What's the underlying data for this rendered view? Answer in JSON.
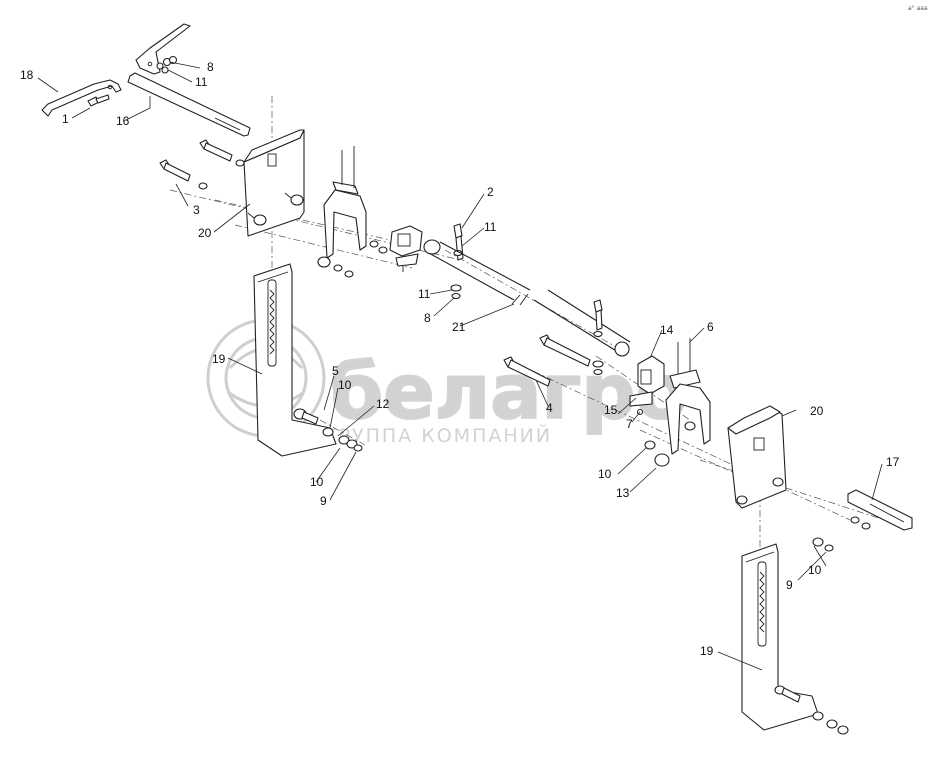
{
  "watermark": {
    "brand": "белагро",
    "subtitle": "ГРУППА КОМПАНИЙ"
  },
  "corner_mark": "a° aaa",
  "callouts": [
    {
      "id": "c18",
      "text": "18"
    },
    {
      "id": "c1",
      "text": "1"
    },
    {
      "id": "c16",
      "text": "16"
    },
    {
      "id": "c8a",
      "text": "8"
    },
    {
      "id": "c11a",
      "text": "11"
    },
    {
      "id": "c3",
      "text": "3"
    },
    {
      "id": "c20a",
      "text": "20"
    },
    {
      "id": "c2",
      "text": "2"
    },
    {
      "id": "c11b",
      "text": "11"
    },
    {
      "id": "c11c",
      "text": "11"
    },
    {
      "id": "c8b",
      "text": "8"
    },
    {
      "id": "c21",
      "text": "21"
    },
    {
      "id": "c14",
      "text": "14"
    },
    {
      "id": "c6",
      "text": "6"
    },
    {
      "id": "c19a",
      "text": "19"
    },
    {
      "id": "c5",
      "text": "5"
    },
    {
      "id": "c10a",
      "text": "10"
    },
    {
      "id": "c12",
      "text": "12"
    },
    {
      "id": "c4",
      "text": "4"
    },
    {
      "id": "c15",
      "text": "15"
    },
    {
      "id": "c7",
      "text": "7"
    },
    {
      "id": "c20b",
      "text": "20"
    },
    {
      "id": "c10b",
      "text": "10"
    },
    {
      "id": "c9a",
      "text": "9"
    },
    {
      "id": "c10c",
      "text": "10"
    },
    {
      "id": "c13",
      "text": "13"
    },
    {
      "id": "c17",
      "text": "17"
    },
    {
      "id": "c10d",
      "text": "10"
    },
    {
      "id": "c9b",
      "text": "9"
    },
    {
      "id": "c19b",
      "text": "19"
    }
  ]
}
